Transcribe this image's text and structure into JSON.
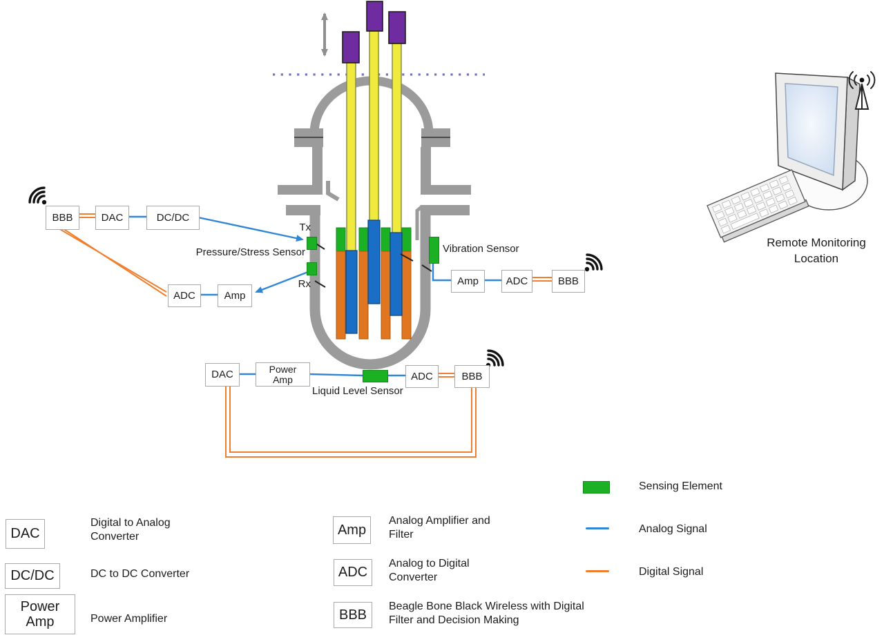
{
  "diagram": {
    "boxes": {
      "bbb": "BBB",
      "dac": "DAC",
      "dcdc": "DC/DC",
      "adc": "ADC",
      "amp": "Amp",
      "power_amp": "Power\nAmp"
    },
    "labels": {
      "tx": "Tx",
      "rx": "Rx",
      "pressure_sensor": "Pressure/Stress Sensor",
      "vibration_sensor": "Vibration Sensor",
      "liquid_sensor": "Liquid Level Sensor",
      "remote": "Remote Monitoring\nLocation"
    }
  },
  "legend": {
    "items": [
      {
        "box": "DAC",
        "desc": "Digital to Analog\nConverter"
      },
      {
        "box": "DC/DC",
        "desc": "DC to DC Converter"
      },
      {
        "box": "Power\nAmp",
        "desc": "Power Amplifier"
      },
      {
        "box": "Amp",
        "desc": "Analog Amplifier and\nFilter"
      },
      {
        "box": "ADC",
        "desc": "Analog to Digital\nConverter"
      },
      {
        "box": "BBB",
        "desc": "Beagle Bone Black Wireless with Digital\nFilter and Decision Making"
      }
    ],
    "swatches": [
      {
        "label": "Sensing Element"
      },
      {
        "label": "Analog Signal"
      },
      {
        "label": "Digital Signal"
      }
    ]
  },
  "colors": {
    "sensing_element_green": "#1CB125",
    "analog_signal_blue": "#2F86D5",
    "digital_signal_orange": "#EF7E2E",
    "vessel_gray": "#9B9B9B",
    "control_rod_yellow": "#F0EA3F",
    "drive_housing_purple": "#6E2CA0",
    "fuel_rod_orange": "#E0761F",
    "follower_rod_blue": "#1B6EC5",
    "dotted_line_purple": "#7173C4"
  }
}
